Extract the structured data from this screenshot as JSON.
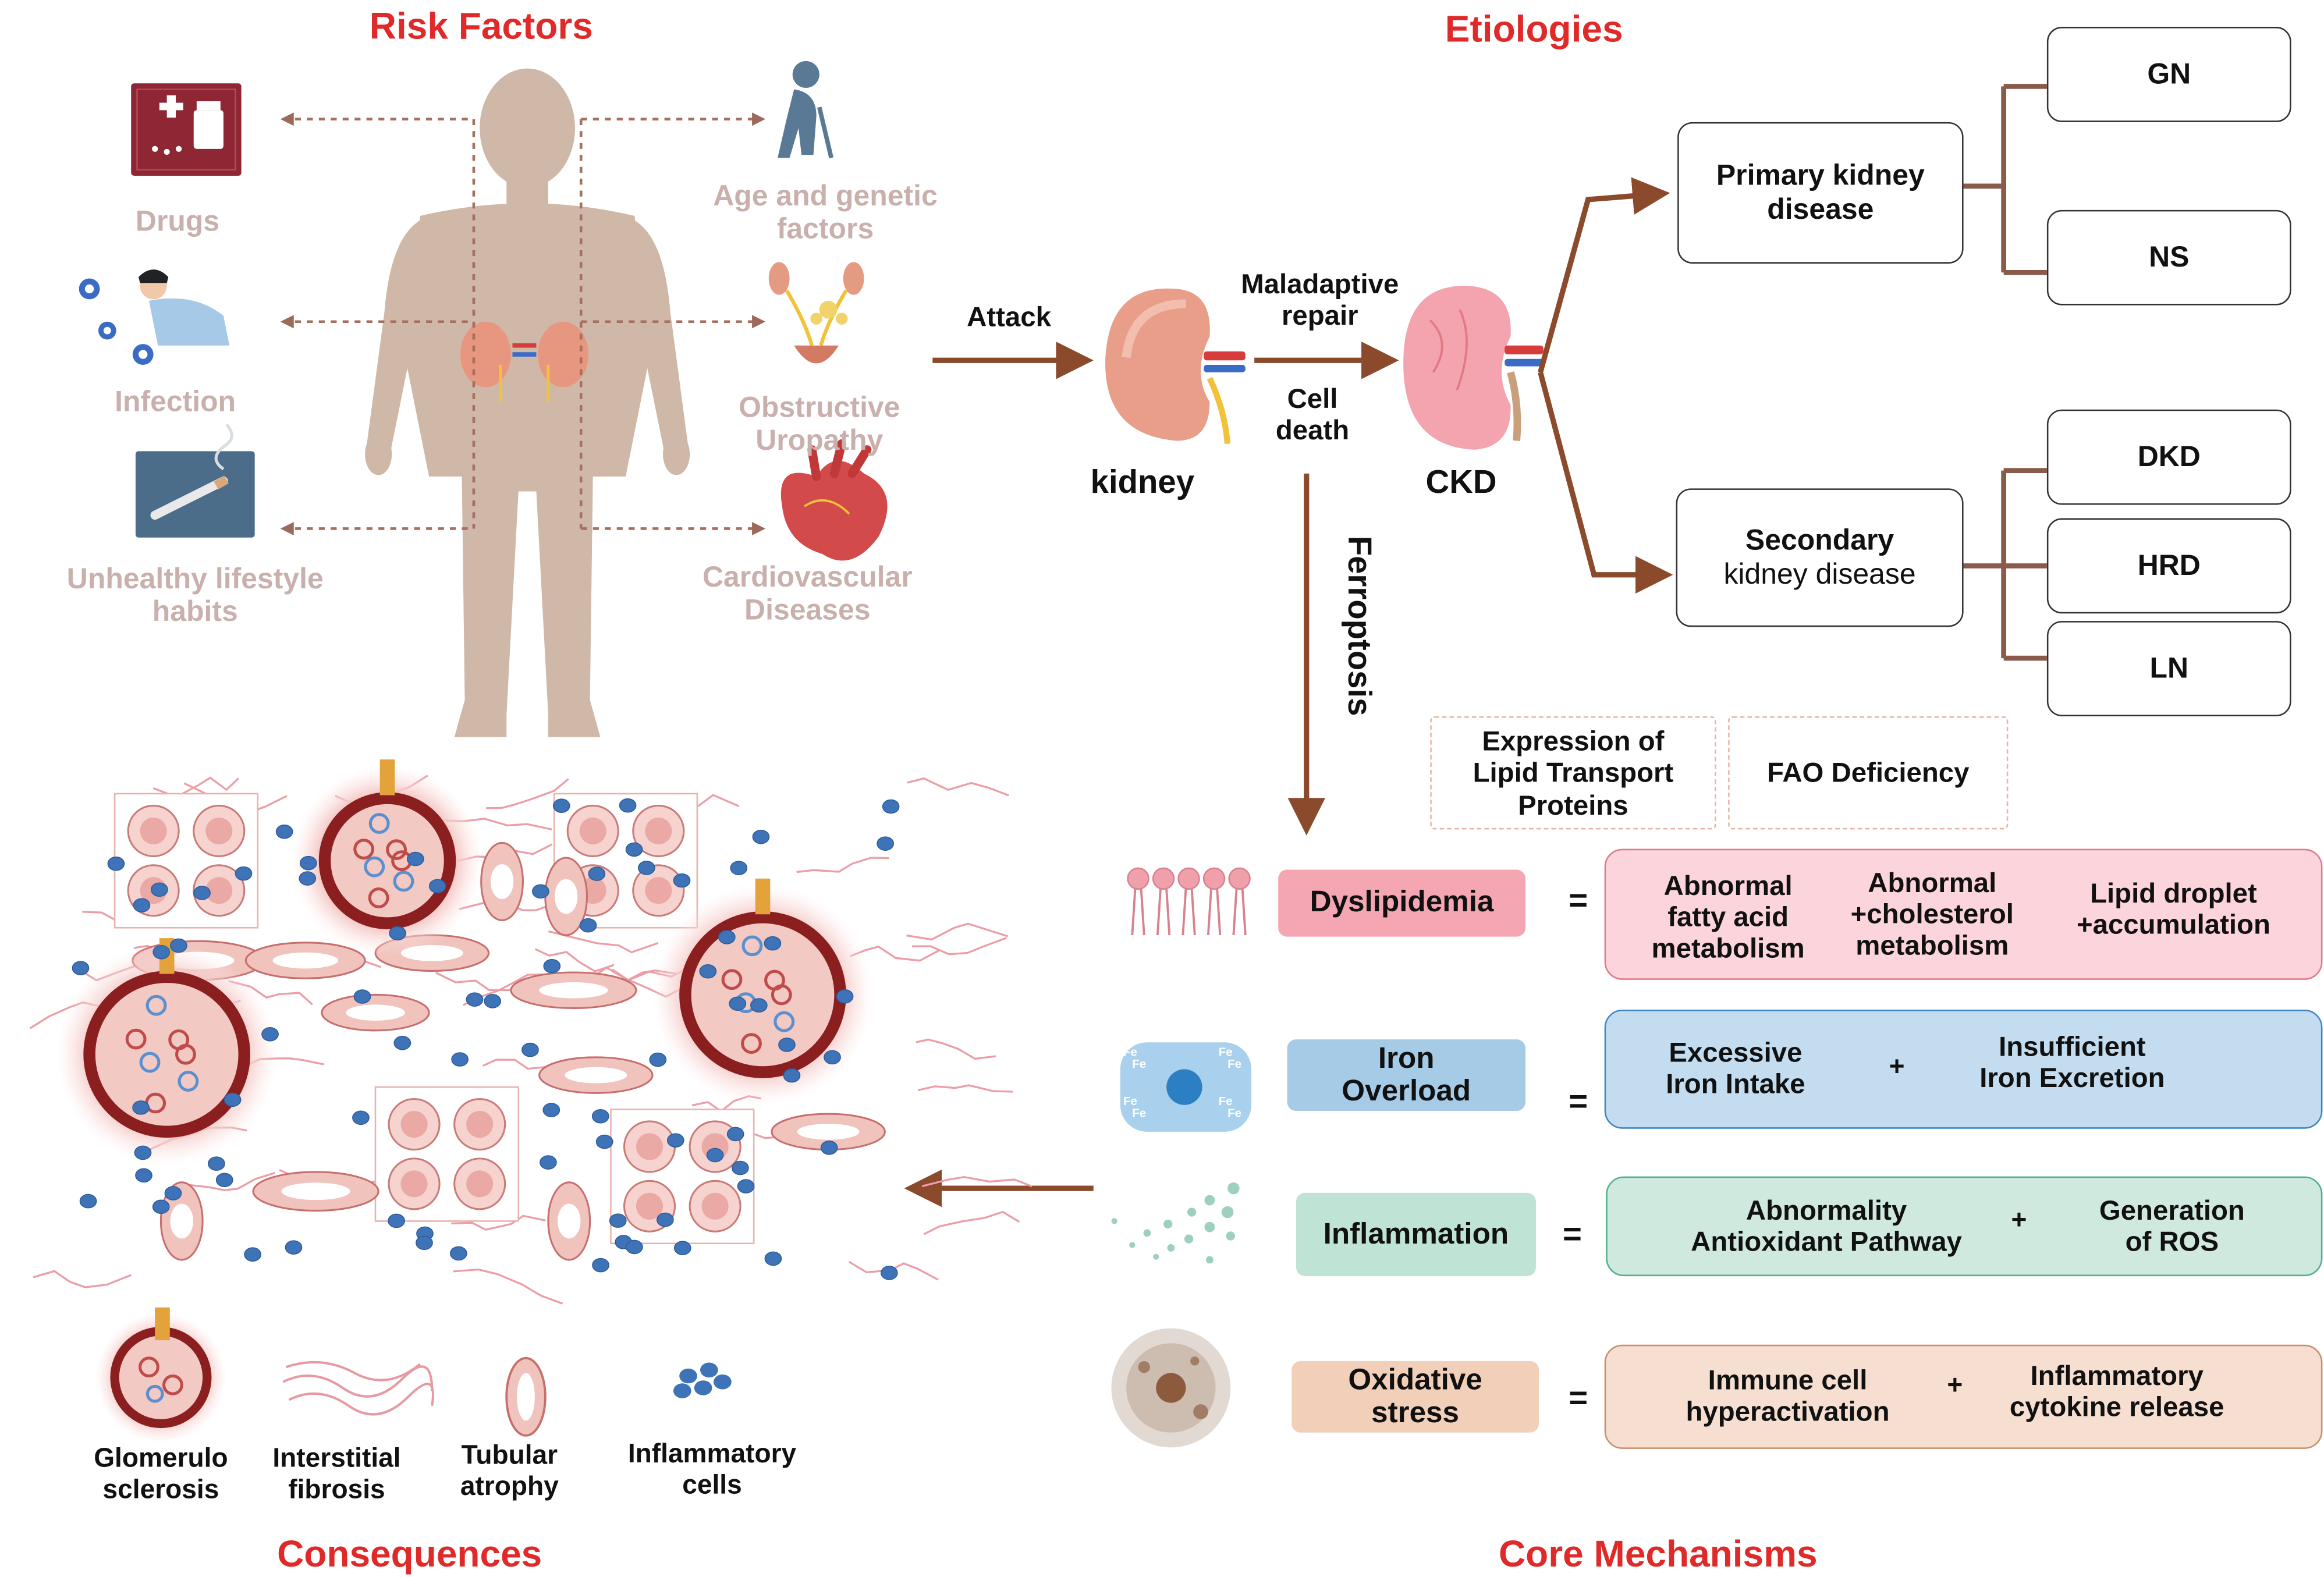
{
  "sections": {
    "risk_factors": "Risk Factors",
    "etiologies": "Etiologies",
    "consequences": "Consequences",
    "core_mechanisms": "Core Mechanisms"
  },
  "risk_factors": {
    "drugs": "Drugs",
    "age_line1": "Age and genetic",
    "age_line2": "factors",
    "infection": "Infection",
    "obstructive_line1": "Obstructive",
    "obstructive_line2": "Uropathy",
    "lifestyle_line1": "Unhealthy lifestyle",
    "lifestyle_line2": "habits",
    "cardio_line1": "Cardiovascular",
    "cardio_line2": "Diseases"
  },
  "pathway": {
    "attack": "Attack",
    "maladaptive_line1": "Maladaptive",
    "maladaptive_line2": "repair",
    "cell_death_line1": "Cell",
    "cell_death_line2": "death",
    "kidney": "kidney",
    "ckd": "CKD",
    "ferroptosis": "Ferroptosis"
  },
  "etiologies": {
    "primary_line1": "Primary kidney",
    "primary_line2": "disease",
    "secondary_line1": "Secondary",
    "secondary_line2": "kidney disease",
    "primary_items": [
      "GN",
      "NS"
    ],
    "secondary_items": [
      "DKD",
      "HRD",
      "LN"
    ]
  },
  "mechanisms": {
    "lipid_transport_line1": "Expression of",
    "lipid_transport_line2": "Lipid Transport",
    "lipid_transport_line3": "Proteins",
    "fao_deficiency": "FAO Deficiency",
    "equals": "=",
    "plus": "+",
    "dyslipidemia": {
      "label": "Dyslipidemia",
      "item1_line1": "Abnormal",
      "item1_line2": "fatty acid",
      "item1_line3": "metabolism",
      "item2_line1": "Abnormal",
      "item2_line2": "+cholesterol",
      "item2_line3": "metabolism",
      "item3_line1": "Lipid droplet",
      "item3_line2": "+accumulation"
    },
    "iron": {
      "label_line1": "Iron",
      "label_line2": "Overload",
      "item1_line1": "Excessive",
      "item1_line2": "Iron Intake",
      "item2_line1": "Insufficient",
      "item2_line2": "Iron Excretion"
    },
    "inflammation": {
      "label": "Inflammation",
      "item1_line1": "Abnormality",
      "item1_line2": "Antioxidant Pathway",
      "item2_line1": "Generation",
      "item2_line2": "of ROS"
    },
    "oxidative": {
      "label_line1": "Oxidative",
      "label_line2": "stress",
      "item1_line1": "Immune cell",
      "item1_line2": "hyperactivation",
      "item2_line1": "Inflammatory",
      "item2_line2": "cytokine release"
    }
  },
  "consequences": {
    "glomerulo_line1": "Glomerulo",
    "glomerulo_line2": "sclerosis",
    "fibrosis_line1": "Interstitial",
    "fibrosis_line2": "fibrosis",
    "tubular_line1": "Tubular",
    "tubular_line2": "atrophy",
    "inflammatory_line1": "Inflammatory",
    "inflammatory_line2": "cells"
  },
  "icons": {
    "fe_label": "Fe"
  },
  "colors": {
    "section_title": "#e02a2a",
    "arrow_brown": "#8b4a2b",
    "tree_brown": "#8a5a4a",
    "dyslipidemia_fill": "#f4a7b3",
    "dyslipidemia_box": "#fcd5dc",
    "iron_fill": "#a6cbe6",
    "iron_box": "#c3dcef",
    "inflammation_fill": "#bfe3d4",
    "inflammation_box": "#cfe9df",
    "oxidative_fill": "#f1cfb9",
    "oxidative_box": "#f6dfd0",
    "body_silhouette": "#cfb8a8",
    "inflammatory_cell": "#3f73b7"
  }
}
